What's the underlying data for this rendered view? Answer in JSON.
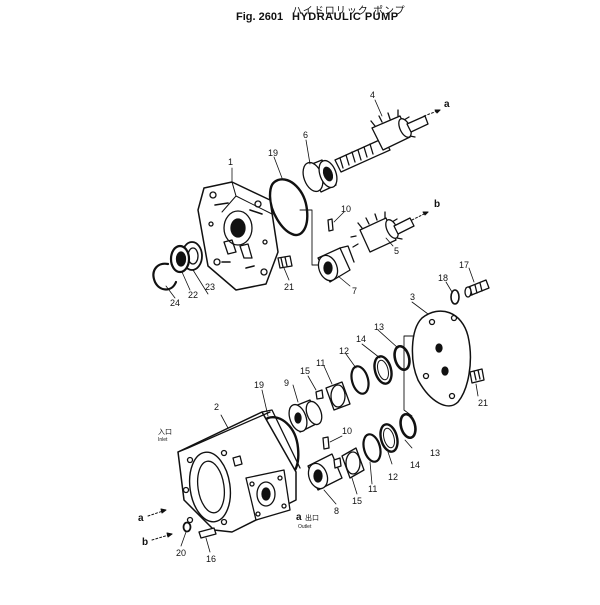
{
  "header": {
    "jp_title": "ハイドロリック ポンプ",
    "fig_label": "Fig. 2601",
    "title": "HYDRAULIC PUMP"
  },
  "callouts": [
    "1",
    "2",
    "3",
    "4",
    "5",
    "6",
    "7",
    "8",
    "9",
    "10",
    "10",
    "11",
    "11",
    "12",
    "12",
    "13",
    "13",
    "14",
    "14",
    "15",
    "15",
    "16",
    "17",
    "18",
    "19",
    "19",
    "20",
    "21",
    "21",
    "22",
    "23",
    "24"
  ],
  "callout_list": {
    "c1": "1",
    "c2": "2",
    "c3": "3",
    "c4": "4",
    "c5": "5",
    "c6": "6",
    "c7": "7",
    "c8": "8",
    "c9": "9",
    "c10a": "10",
    "c10b": "10",
    "c11a": "11",
    "c11b": "11",
    "c12a": "12",
    "c12b": "12",
    "c13a": "13",
    "c13b": "13",
    "c14a": "14",
    "c14b": "14",
    "c15a": "15",
    "c15b": "15",
    "c16": "16",
    "c17": "17",
    "c18": "18",
    "c19a": "19",
    "c19b": "19",
    "c20": "20",
    "c21a": "21",
    "c21b": "21",
    "c22": "22",
    "c23": "23",
    "c24": "24"
  },
  "flow_markers": {
    "a_top": "a",
    "b_top": "b",
    "a_bottom": "a",
    "b_bottom": "b",
    "a_outlet": "a"
  },
  "port_labels": {
    "inlet_jp": "入口",
    "inlet_en": "Inlet",
    "outlet_jp": "出口",
    "outlet_en": "Outlet"
  }
}
